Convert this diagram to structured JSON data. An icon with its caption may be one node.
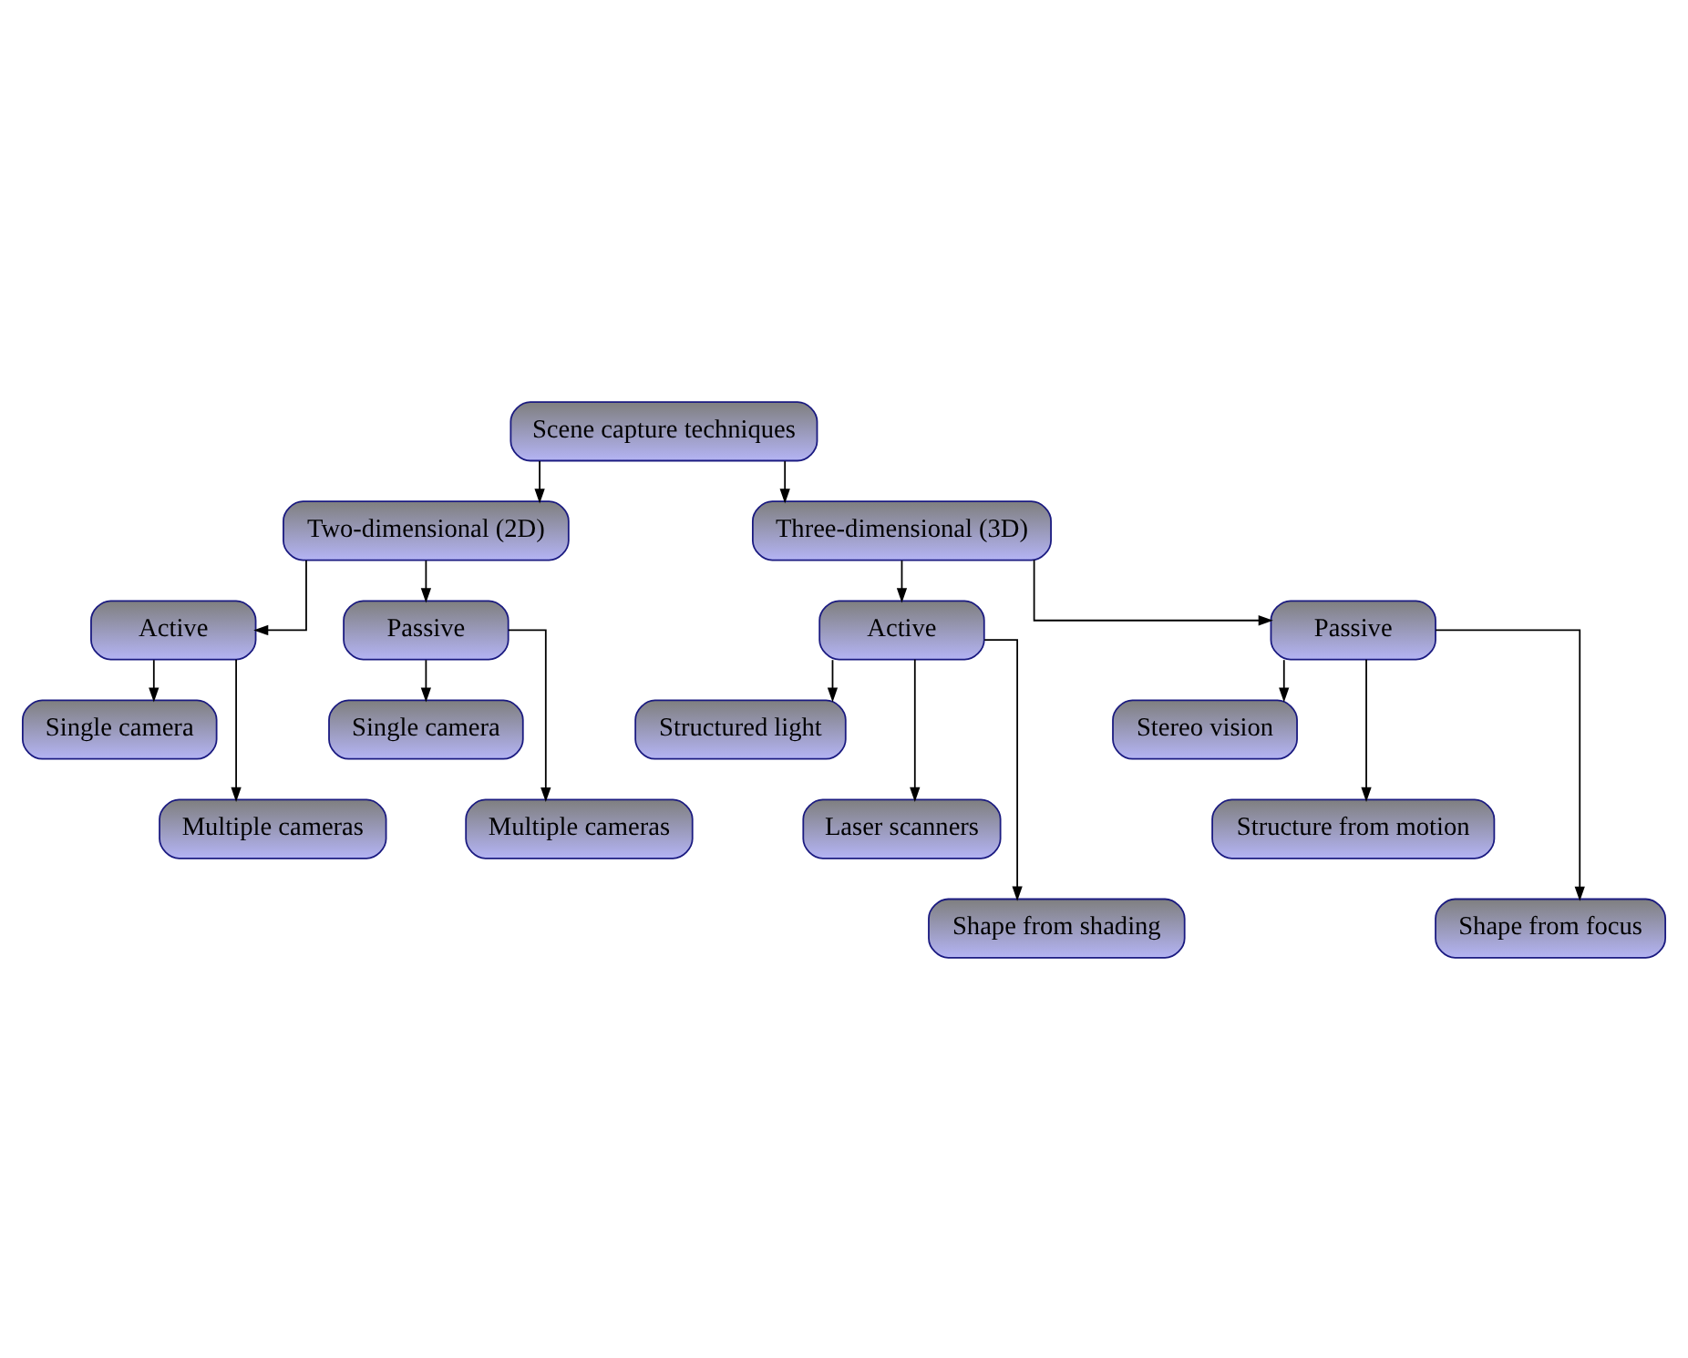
{
  "diagram": {
    "nodes": [
      {
        "text": [
          "Scene capture techniques"
        ]
      },
      {
        "text": [
          "Two-dimensional (2D)"
        ]
      },
      {
        "text": [
          "Three-dimensional (3D)"
        ]
      },
      {
        "text": [
          "Active"
        ]
      },
      {
        "text": [
          "Single camera"
        ]
      },
      {
        "text": [
          "Multiple cameras"
        ]
      },
      {
        "text": [
          "Passive"
        ]
      },
      {
        "text": [
          "Single camera"
        ]
      },
      {
        "text": [
          "Multiple cameras"
        ]
      },
      {
        "text": [
          "Active"
        ]
      },
      {
        "text": [
          "Structured light"
        ]
      },
      {
        "text": [
          "Laser scanners"
        ]
      },
      {
        "text": [
          "Shape from shading"
        ]
      },
      {
        "text": [
          "Passive"
        ]
      },
      {
        "text": [
          "Stereo vision"
        ]
      },
      {
        "text": [
          "Structure from motion"
        ]
      },
      {
        "text": [
          "Shape from focus"
        ]
      }
    ],
    "edges": [
      {
        "from": 0,
        "to": 1,
        "arrow": "to"
      },
      {
        "from": 0,
        "to": 2,
        "arrow": "to"
      },
      {
        "from": 1,
        "to": 3,
        "arrow": "to"
      },
      {
        "from": 1,
        "to": 6,
        "arrow": "to"
      },
      {
        "from": 2,
        "to": 9,
        "arrow": "to"
      },
      {
        "from": 2,
        "to": 13,
        "arrow": "to"
      },
      {
        "from": 3,
        "to": 4,
        "arrow": "to"
      },
      {
        "from": 3,
        "to": 5,
        "arrow": "to"
      },
      {
        "from": 6,
        "to": 7,
        "arrow": "to"
      },
      {
        "from": 6,
        "to": 8,
        "arrow": "to"
      },
      {
        "from": 9,
        "to": 10,
        "arrow": "to"
      },
      {
        "from": 9,
        "to": 11,
        "arrow": "to"
      },
      {
        "from": 9,
        "to": 12,
        "arrow": "to"
      },
      {
        "from": 13,
        "to": 14,
        "arrow": "to"
      },
      {
        "from": 13,
        "to": 15,
        "arrow": "to"
      },
      {
        "from": 13,
        "to": 16,
        "arrow": "to"
      }
    ]
  }
}
